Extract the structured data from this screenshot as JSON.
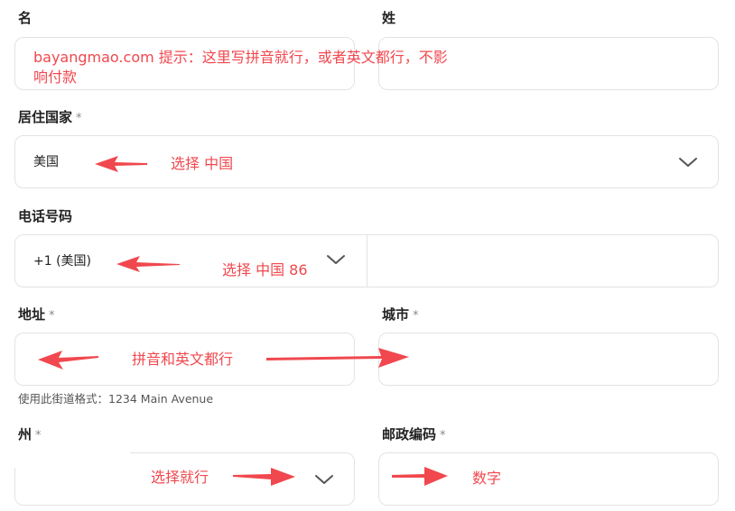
{
  "form": {
    "first_name": {
      "label": "名",
      "value": ""
    },
    "last_name": {
      "label": "姓",
      "value": ""
    },
    "country": {
      "label": "居住国家",
      "required_mark": "*",
      "selected": "美国"
    },
    "phone": {
      "label": "电话号码",
      "country_code": "+1 (美国)",
      "number": ""
    },
    "address": {
      "label": "地址",
      "required_mark": "*",
      "value": "",
      "hint": "使用此街道格式：1234 Main Avenue"
    },
    "city": {
      "label": "城市",
      "required_mark": "*",
      "value": ""
    },
    "state": {
      "label": "州",
      "required_mark": "*",
      "selected": ""
    },
    "zip": {
      "label": "邮政编码",
      "required_mark": "*",
      "value": ""
    }
  },
  "annotations": {
    "name_tip_line1": "bayangmao.com 提示：这里写拼音就行，或者英文都行，不影",
    "name_tip_line2": "响付款",
    "country_tip": "选择 中国",
    "phone_tip": "选择 中国 86",
    "address_tip": "拼音和英文都行",
    "state_tip": "选择就行",
    "zip_tip": "数字",
    "color": "#f0484e"
  },
  "icons": {
    "chevron": "chevron-down-icon",
    "arrow": "arrow-annotation-icon"
  }
}
